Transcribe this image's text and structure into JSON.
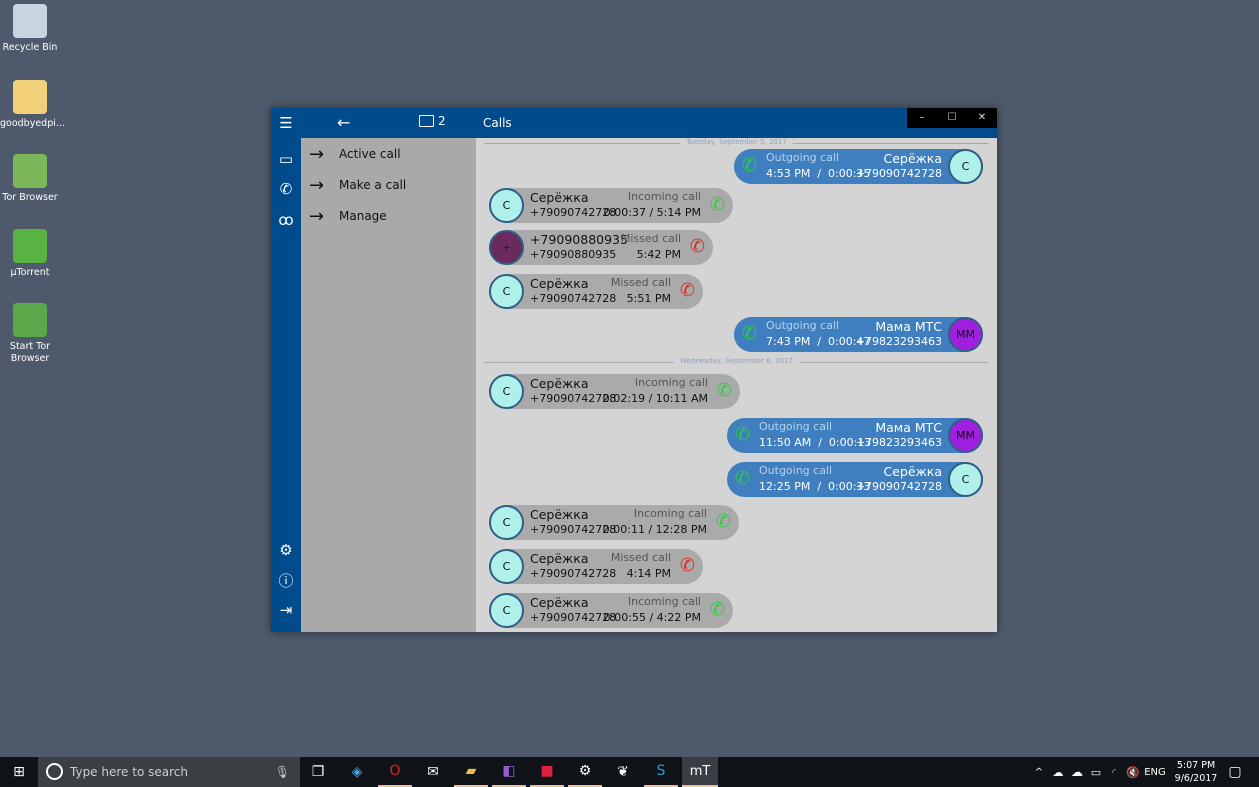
{
  "desktop": {
    "icons": [
      {
        "label": "Recycle Bin",
        "color": "#c8d4e0"
      },
      {
        "label": "goodbyedpi...",
        "color": "#f3d17a"
      },
      {
        "label": "Tor Browser",
        "color": "#7cb85a"
      },
      {
        "label": "µTorrent",
        "color": "#59b343"
      },
      {
        "label": "Start Tor Browser",
        "color": "#5aa84a"
      }
    ]
  },
  "app": {
    "title": "Calls",
    "message_count": "2",
    "window_controls": {
      "minimize": "–",
      "maximize": "☐",
      "close": "✕"
    },
    "menu": [
      {
        "label": "Active call"
      },
      {
        "label": "Make a call"
      },
      {
        "label": "Manage"
      }
    ],
    "dates": [
      "Tuesday, September 5, 2017",
      "Wednesday, September 6, 2017"
    ],
    "calls": [
      {
        "dir": "out",
        "kind": "Outgoing call",
        "name": "Серёжка",
        "number": "+79090742728",
        "time": "4:53 PM  /  0:00:35",
        "avatar": "С",
        "avatar_color": "#b0f0ea"
      },
      {
        "dir": "in",
        "kind": "Incoming call",
        "name": "Серёжка",
        "number": "+79090742728",
        "time": "0:00:37 / 5:14 PM",
        "avatar": "С",
        "avatar_color": "#b0f0ea",
        "icon_color": "#2ecc40"
      },
      {
        "dir": "in",
        "kind": "Missed call",
        "name": "+79090880935",
        "number": "+79090880935",
        "time": "5:42 PM",
        "avatar": "+",
        "avatar_color": "#6a2a5e",
        "icon_color": "#e02828"
      },
      {
        "dir": "in",
        "kind": "Missed call",
        "name": "Серёжка",
        "number": "+79090742728",
        "time": "5:51 PM",
        "avatar": "С",
        "avatar_color": "#b0f0ea",
        "icon_color": "#e02828"
      },
      {
        "dir": "out",
        "kind": "Outgoing call",
        "name": "Мама МТС",
        "number": "+79823293463",
        "time": "7:43 PM  /  0:00:47",
        "avatar": "ММ",
        "avatar_color": "#a020e0"
      },
      {
        "dir": "in",
        "kind": "Incoming call",
        "name": "Серёжка",
        "number": "+79090742728",
        "time": "0:02:19 / 10:11 AM",
        "avatar": "С",
        "avatar_color": "#b0f0ea",
        "icon_color": "#2ecc40"
      },
      {
        "dir": "out",
        "kind": "Outgoing call",
        "name": "Мама МТС",
        "number": "+79823293463",
        "time": "11:50 AM  /  0:00:13",
        "avatar": "ММ",
        "avatar_color": "#a020e0"
      },
      {
        "dir": "out",
        "kind": "Outgoing call",
        "name": "Серёжка",
        "number": "+79090742728",
        "time": "12:25 PM  /  0:00:33",
        "avatar": "С",
        "avatar_color": "#b0f0ea"
      },
      {
        "dir": "in",
        "kind": "Incoming call",
        "name": "Серёжка",
        "number": "+79090742728",
        "time": "0:00:11 / 12:28 PM",
        "avatar": "С",
        "avatar_color": "#b0f0ea",
        "icon_color": "#2ecc40"
      },
      {
        "dir": "in",
        "kind": "Missed call",
        "name": "Серёжка",
        "number": "+79090742728",
        "time": "4:14 PM",
        "avatar": "С",
        "avatar_color": "#b0f0ea",
        "icon_color": "#e02828"
      },
      {
        "dir": "in",
        "kind": "Incoming call",
        "name": "Серёжка",
        "number": "+79090742728",
        "time": "0:00:55 / 4:22 PM",
        "avatar": "С",
        "avatar_color": "#b0f0ea",
        "icon_color": "#2ecc40"
      }
    ]
  },
  "taskbar": {
    "search_placeholder": "Type here to search",
    "app_label": "mT",
    "language": "ENG",
    "clock_time": "5:07 PM",
    "clock_date": "9/6/2017"
  }
}
